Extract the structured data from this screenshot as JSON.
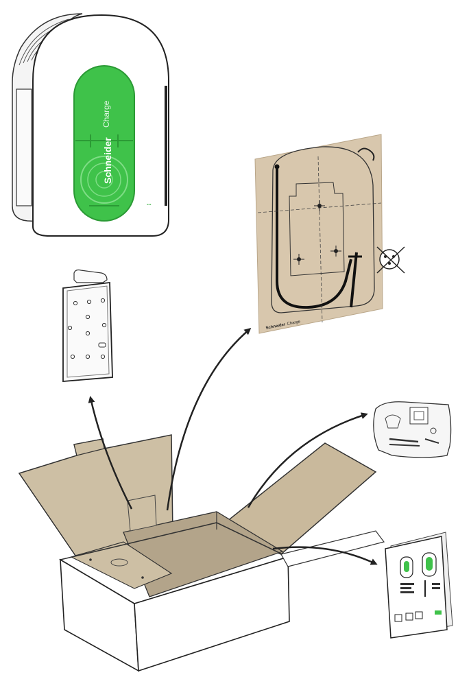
{
  "colors": {
    "charger_green": "#3fc24a",
    "charger_green_dark": "#2b9a35",
    "cardboard": "#cdbfa4",
    "cardboard_inner": "#b3a48a",
    "template_paper": "#d8c7ad",
    "outline": "#222222"
  },
  "charger": {
    "brand_label": "Schneider",
    "model_label": "Charge"
  },
  "template": {
    "footer_brand": "Schneider",
    "footer_model": "Charge"
  }
}
